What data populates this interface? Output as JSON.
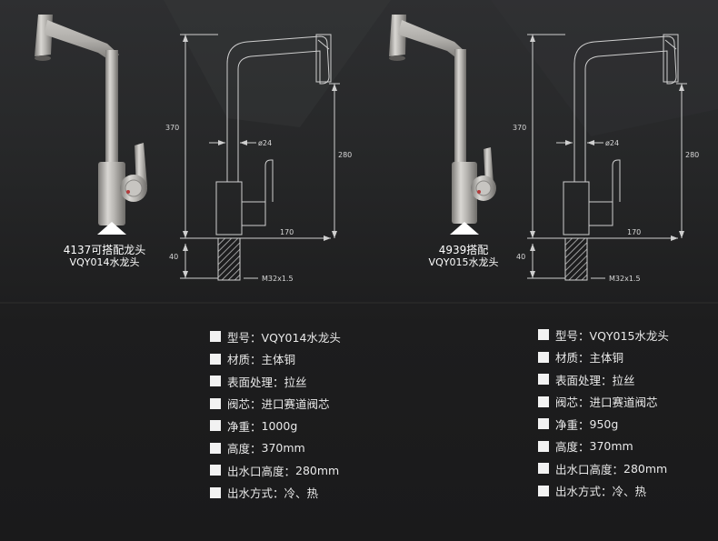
{
  "products": [
    {
      "caption_line1": "4137可搭配龙头",
      "caption_line2": "VQY014水龙头",
      "dimensions": {
        "height": "370",
        "spout_height": "280",
        "reach": "170",
        "diameter": "ø24",
        "base": "40",
        "thread": "M32x1.5"
      },
      "specs": [
        {
          "label": "型号：",
          "value": "VQY014水龙头"
        },
        {
          "label": "材质：",
          "value": "主体铜"
        },
        {
          "label": "表面处理：",
          "value": "拉丝"
        },
        {
          "label": "阀芯：",
          "value": "进口赛道阀芯"
        },
        {
          "label": "净重：",
          "value": "1000g"
        },
        {
          "label": "高度：",
          "value": "370mm"
        },
        {
          "label": "出水口高度：",
          "value": "280mm"
        },
        {
          "label": "出水方式：",
          "value": "冷、热"
        }
      ]
    },
    {
      "caption_line1": "4939搭配",
      "caption_line2": "VQY015水龙头",
      "dimensions": {
        "height": "370",
        "spout_height": "280",
        "reach": "170",
        "diameter": "ø24",
        "base": "40",
        "thread": "M32x1.5"
      },
      "specs": [
        {
          "label": "型号：",
          "value": "VQY015水龙头"
        },
        {
          "label": "材质：",
          "value": "主体铜"
        },
        {
          "label": "表面处理：",
          "value": "拉丝"
        },
        {
          "label": "阀芯：",
          "value": "进口赛道阀芯"
        },
        {
          "label": "净重：",
          "value": "950g"
        },
        {
          "label": "高度：",
          "value": "370mm"
        },
        {
          "label": "出水口高度：",
          "value": "280mm"
        },
        {
          "label": "出水方式：",
          "value": "冷、热"
        }
      ]
    }
  ],
  "colors": {
    "background": "#1c1c1d",
    "text": "#e9e9e9",
    "bullet": "#f2f2f2",
    "drawing_line": "#cfcfcf",
    "metal": "#a8a6a2"
  }
}
